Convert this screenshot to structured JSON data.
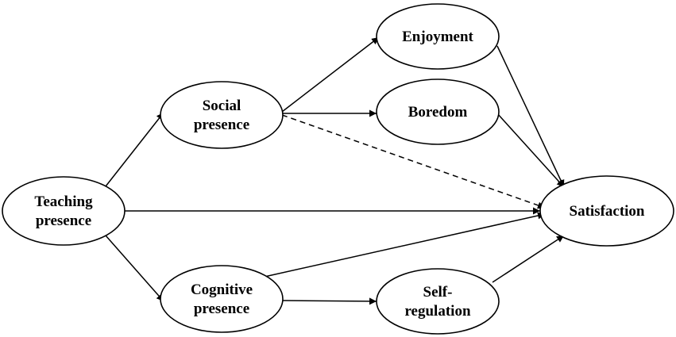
{
  "nodes": [
    {
      "id": "teaching",
      "lines": [
        "Teaching",
        "presence"
      ]
    },
    {
      "id": "social",
      "lines": [
        "Social",
        "presence"
      ]
    },
    {
      "id": "cognitive",
      "lines": [
        "Cognitive",
        "presence"
      ]
    },
    {
      "id": "enjoyment",
      "lines": [
        "Enjoyment"
      ]
    },
    {
      "id": "boredom",
      "lines": [
        "Boredom"
      ]
    },
    {
      "id": "selfreg",
      "lines": [
        "Self-",
        "regulation"
      ]
    },
    {
      "id": "satisfaction",
      "lines": [
        "Satisfaction"
      ]
    }
  ],
  "edges": [
    {
      "from": "teaching",
      "to": "social",
      "style": "solid"
    },
    {
      "from": "teaching",
      "to": "cognitive",
      "style": "solid"
    },
    {
      "from": "teaching",
      "to": "satisfaction",
      "style": "solid"
    },
    {
      "from": "social",
      "to": "enjoyment",
      "style": "solid"
    },
    {
      "from": "social",
      "to": "boredom",
      "style": "solid"
    },
    {
      "from": "social",
      "to": "satisfaction",
      "style": "dashed"
    },
    {
      "from": "enjoyment",
      "to": "satisfaction",
      "style": "solid"
    },
    {
      "from": "boredom",
      "to": "satisfaction",
      "style": "solid"
    },
    {
      "from": "cognitive",
      "to": "satisfaction",
      "style": "solid"
    },
    {
      "from": "cognitive",
      "to": "selfreg",
      "style": "solid"
    },
    {
      "from": "selfreg",
      "to": "satisfaction",
      "style": "solid"
    }
  ]
}
